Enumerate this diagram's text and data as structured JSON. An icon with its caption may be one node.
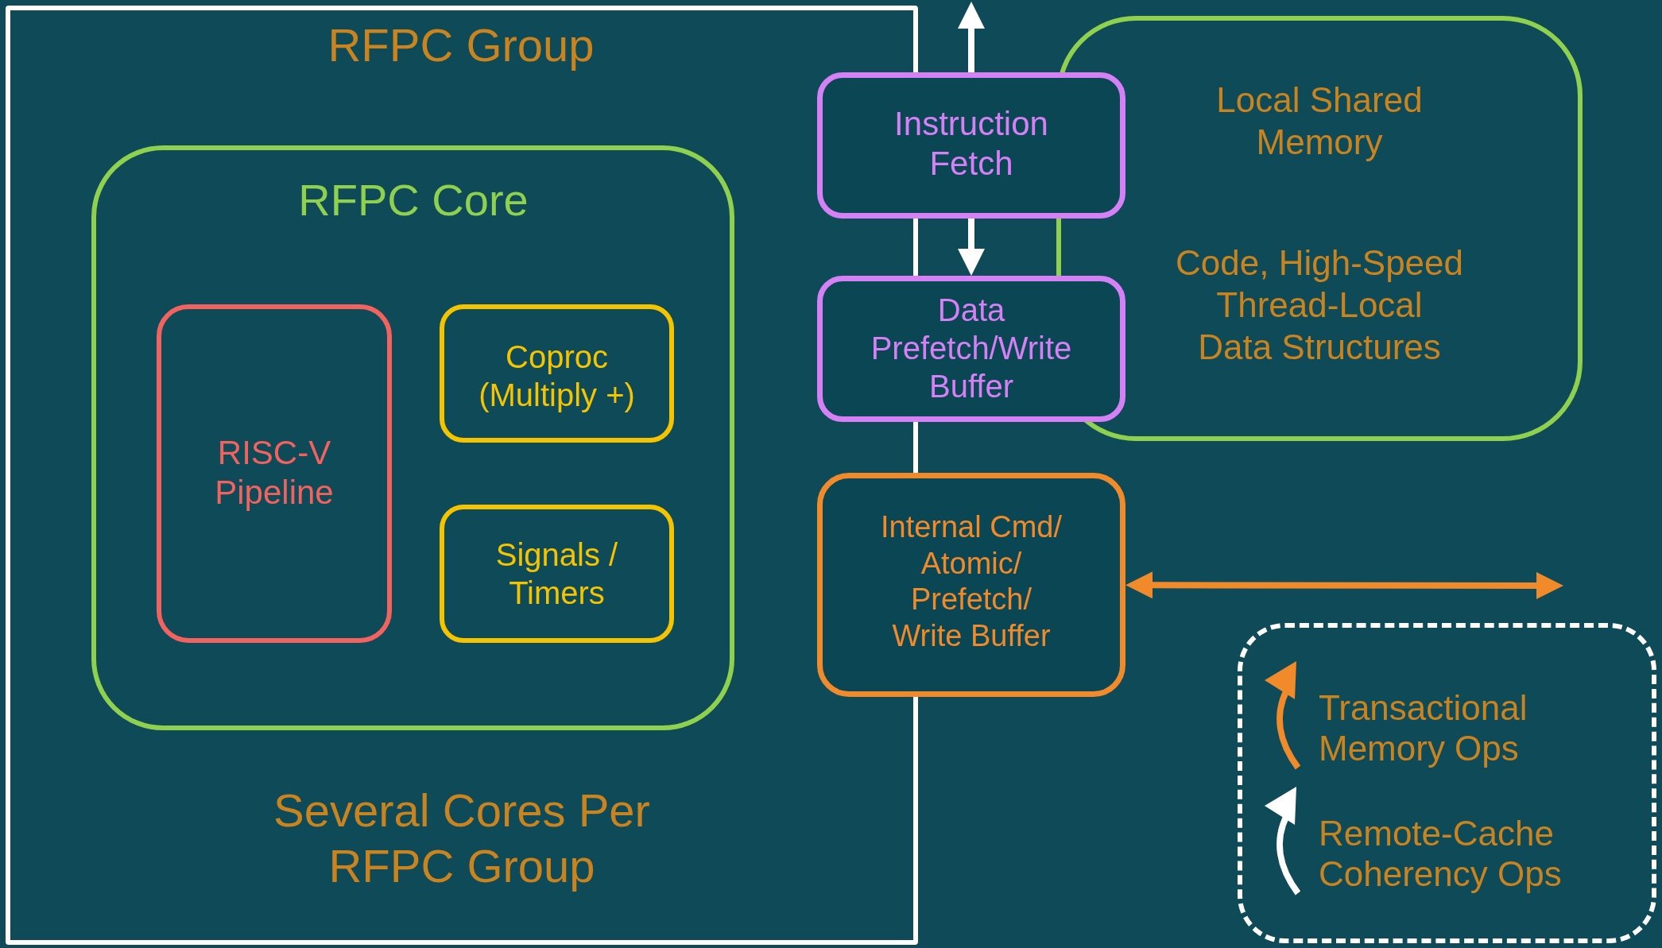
{
  "diagram": {
    "nodes": [
      {
        "text": [
          "RFPC Group",
          "Several Cores Per RFPC Group"
        ]
      },
      {
        "text": [
          "RFPC Core"
        ],
        "in": 0
      },
      {
        "text": [
          "RISC-V Pipeline"
        ],
        "in": 1
      },
      {
        "text": [
          "Coproc (Multiply +)"
        ],
        "in": 1
      },
      {
        "text": [
          "Signals / Timers"
        ],
        "in": 1
      },
      {
        "text": [
          "Instruction Fetch"
        ]
      },
      {
        "text": [
          "Data Prefetch/Write Buffer"
        ]
      },
      {
        "text": [
          "Local Shared Memory",
          "Code, High-Speed Thread-Local Data Structures"
        ]
      },
      {
        "text": [
          "Internal Cmd/ Atomic/ Prefetch/ Write Buffer"
        ]
      }
    ],
    "edges": [
      {
        "from": 5,
        "to": null,
        "arrow": "to"
      },
      {
        "from": 5,
        "to": 6,
        "arrow": "to"
      },
      {
        "from": 8,
        "to": null,
        "arrow": "both",
        "color": "#f08a2a"
      }
    ],
    "legend": [
      {
        "text": "Transactional Memory Ops"
      },
      {
        "text": "Remote-Cache Coherency Ops"
      }
    ]
  }
}
